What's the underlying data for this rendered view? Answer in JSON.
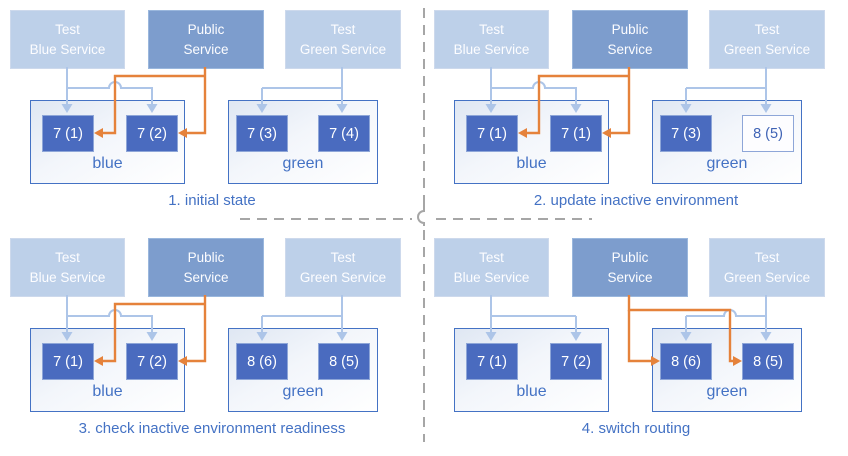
{
  "title": "blue-green deployment diagram",
  "colors": {
    "accent_blue": "#4472c4",
    "service_light_fill": "#bdd0e9",
    "service_light_border": "#cdd9ec",
    "service_public_fill": "#7d9dcd",
    "service_public_border": "#9ab7dd",
    "instance_fill": "#4a6bbf",
    "instance_border": "#8ea6d8",
    "instance_text": "#ffffff",
    "outlined_instance_text": "#3f63b5",
    "env_border": "#4472c4",
    "env_tint": "#dfe7f3",
    "connector_light": "#adc5e8",
    "connector_orange": "#e5823b",
    "divider_gray": "#a6a6a6"
  },
  "services": {
    "test_blue": {
      "line1": "Test",
      "line2": "Blue Service"
    },
    "public_service": {
      "line1": "Public",
      "line2": "Service"
    },
    "test_green": {
      "line1": "Test",
      "line2": "Green Service"
    }
  },
  "panels": [
    {
      "caption": "1. initial state",
      "routing": "blue",
      "environments": [
        {
          "label": "blue",
          "instances": [
            {
              "text": "7 (1)",
              "style": "filled"
            },
            {
              "text": "7 (2)",
              "style": "filled"
            }
          ]
        },
        {
          "label": "green",
          "instances": [
            {
              "text": "7 (3)",
              "style": "filled"
            },
            {
              "text": "7 (4)",
              "style": "filled"
            }
          ]
        }
      ]
    },
    {
      "caption": "2. update inactive environment",
      "routing": "blue",
      "environments": [
        {
          "label": "blue",
          "instances": [
            {
              "text": "7 (1)",
              "style": "filled"
            },
            {
              "text": "7 (1)",
              "style": "filled"
            }
          ]
        },
        {
          "label": "green",
          "instances": [
            {
              "text": "7 (3)",
              "style": "filled"
            },
            {
              "text": "8 (5)",
              "style": "outlined"
            }
          ]
        }
      ]
    },
    {
      "caption": "3. check inactive environment readiness",
      "routing": "blue",
      "environments": [
        {
          "label": "blue",
          "instances": [
            {
              "text": "7 (1)",
              "style": "filled"
            },
            {
              "text": "7 (2)",
              "style": "filled"
            }
          ]
        },
        {
          "label": "green",
          "instances": [
            {
              "text": "8 (6)",
              "style": "filled"
            },
            {
              "text": "8 (5)",
              "style": "filled"
            }
          ]
        }
      ]
    },
    {
      "caption": "4. switch routing",
      "routing": "green",
      "environments": [
        {
          "label": "blue",
          "instances": [
            {
              "text": "7 (1)",
              "style": "filled"
            },
            {
              "text": "7 (2)",
              "style": "filled"
            }
          ]
        },
        {
          "label": "green",
          "instances": [
            {
              "text": "8 (6)",
              "style": "filled"
            },
            {
              "text": "8 (5)",
              "style": "filled"
            }
          ]
        }
      ]
    }
  ]
}
